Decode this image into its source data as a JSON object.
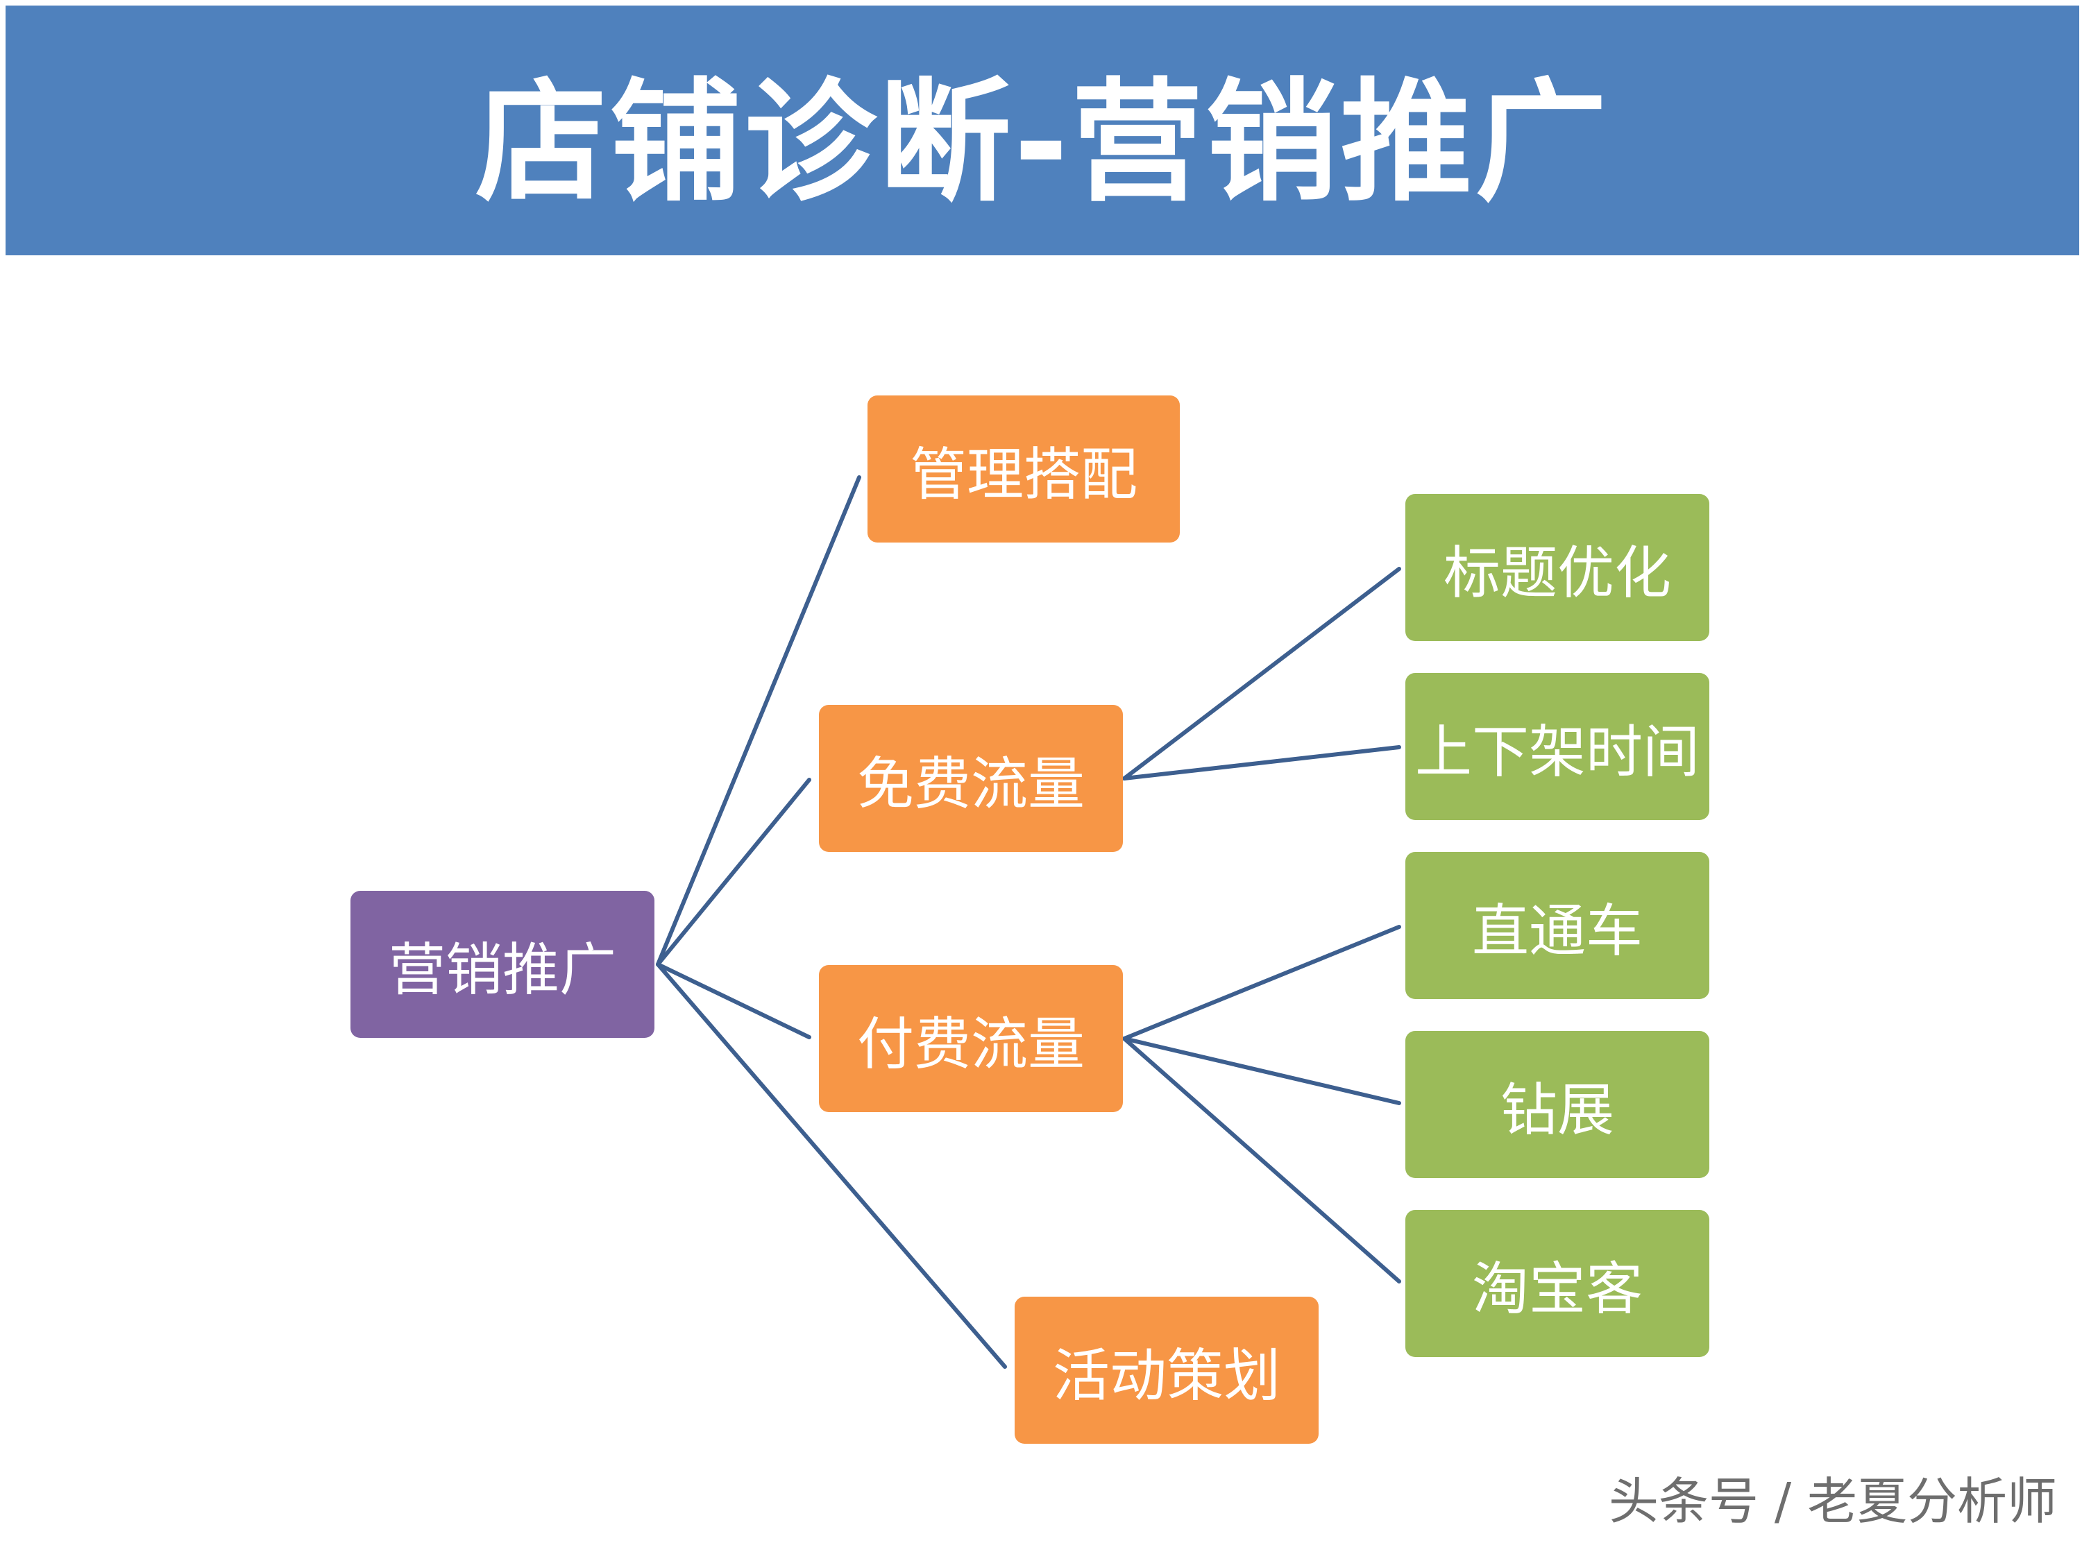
{
  "title": "店铺诊断-营销推广",
  "colors": {
    "banner": "#4f81bd",
    "root": "#8064a2",
    "level1": "#f79646",
    "level2": "#9bbb59",
    "connector": "#3d5f8f"
  },
  "diagram": {
    "root": "营销推广",
    "level1": [
      "管理搭配",
      "免费流量",
      "付费流量",
      "活动策划"
    ],
    "free_traffic_children": [
      "标题优化",
      "上下架时间"
    ],
    "paid_traffic_children": [
      "直通车",
      "钻展",
      "淘宝客"
    ]
  },
  "watermark": "头条号 / 老夏分析师"
}
